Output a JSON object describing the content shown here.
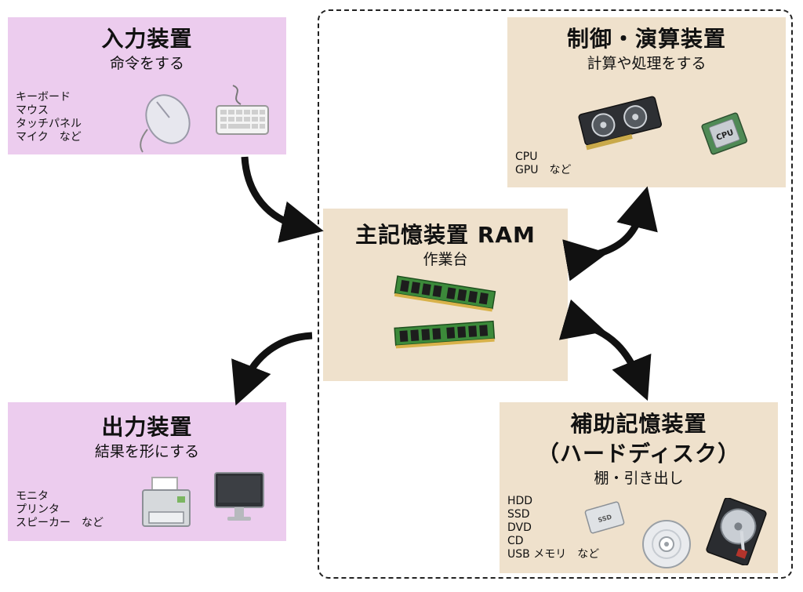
{
  "input_device": {
    "title": "入力装置",
    "subtitle": "命令をする",
    "examples": [
      "キーボード",
      "マウス",
      "タッチパネル",
      "マイク　など"
    ]
  },
  "output_device": {
    "title": "出力装置",
    "subtitle": "結果を形にする",
    "examples": [
      "モニタ",
      "プリンタ",
      "スピーカー　など"
    ]
  },
  "main_memory": {
    "title": "主記憶装置 RAM",
    "subtitle": "作業台"
  },
  "control_unit": {
    "title": "制御・演算装置",
    "subtitle": "計算や処理をする",
    "examples": [
      "CPU",
      "GPU　など"
    ],
    "chip_label": "CPU"
  },
  "storage": {
    "title_line1": "補助記憶装置",
    "title_line2": "（ハードディスク）",
    "subtitle": "棚・引き出し",
    "examples": [
      "HDD",
      "SSD",
      "DVD",
      "CD",
      "USB メモリ　など"
    ],
    "ssd_label": "SSD"
  },
  "colors": {
    "peripheral_box": "#ecccee",
    "computer_box": "#efe1cc",
    "arrow": "#111111"
  }
}
